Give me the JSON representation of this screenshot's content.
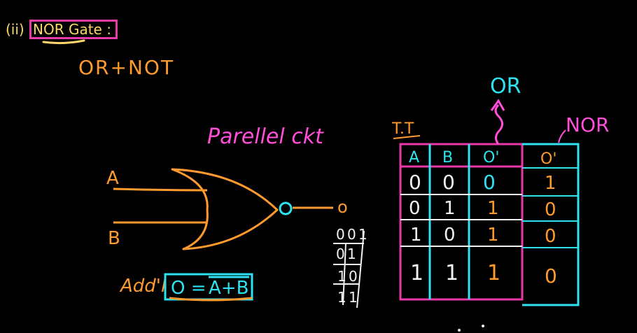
{
  "title": {
    "prefix": "(ii)",
    "label": "NOR Gate :"
  },
  "subtitle": "OR+NOT",
  "parallel_label": "Parellel ckt",
  "gate": {
    "input_a": "A",
    "input_b": "B",
    "output": "o"
  },
  "formula": {
    "prefix": "Add'l",
    "expression_left": "O =",
    "expression_right": "A+B"
  },
  "truth_table": {
    "label": "T.T",
    "or_label": "OR",
    "nor_label": "NOR",
    "headers": [
      "A",
      "B",
      "O'",
      "O'"
    ],
    "rows": [
      [
        "0",
        "0",
        "0",
        "1"
      ],
      [
        "0",
        "1",
        "1",
        "0"
      ],
      [
        "1",
        "0",
        "1",
        "0"
      ],
      [
        "1",
        "1",
        "1",
        "0"
      ]
    ]
  },
  "scratch": [
    [
      "0",
      "0",
      "1"
    ],
    [
      "0",
      "1",
      ""
    ],
    [
      "1",
      "0",
      ""
    ],
    [
      "1",
      "1",
      ""
    ]
  ],
  "colors": {
    "background": "#000000",
    "highlight_box": "#e83aa8",
    "title_text": "#ffd66b",
    "orange_ink": "#ff9a2e",
    "pink_ink": "#ff4fd8",
    "cyan_ink": "#2fe2f2",
    "white_ink": "#f2f2f2"
  }
}
